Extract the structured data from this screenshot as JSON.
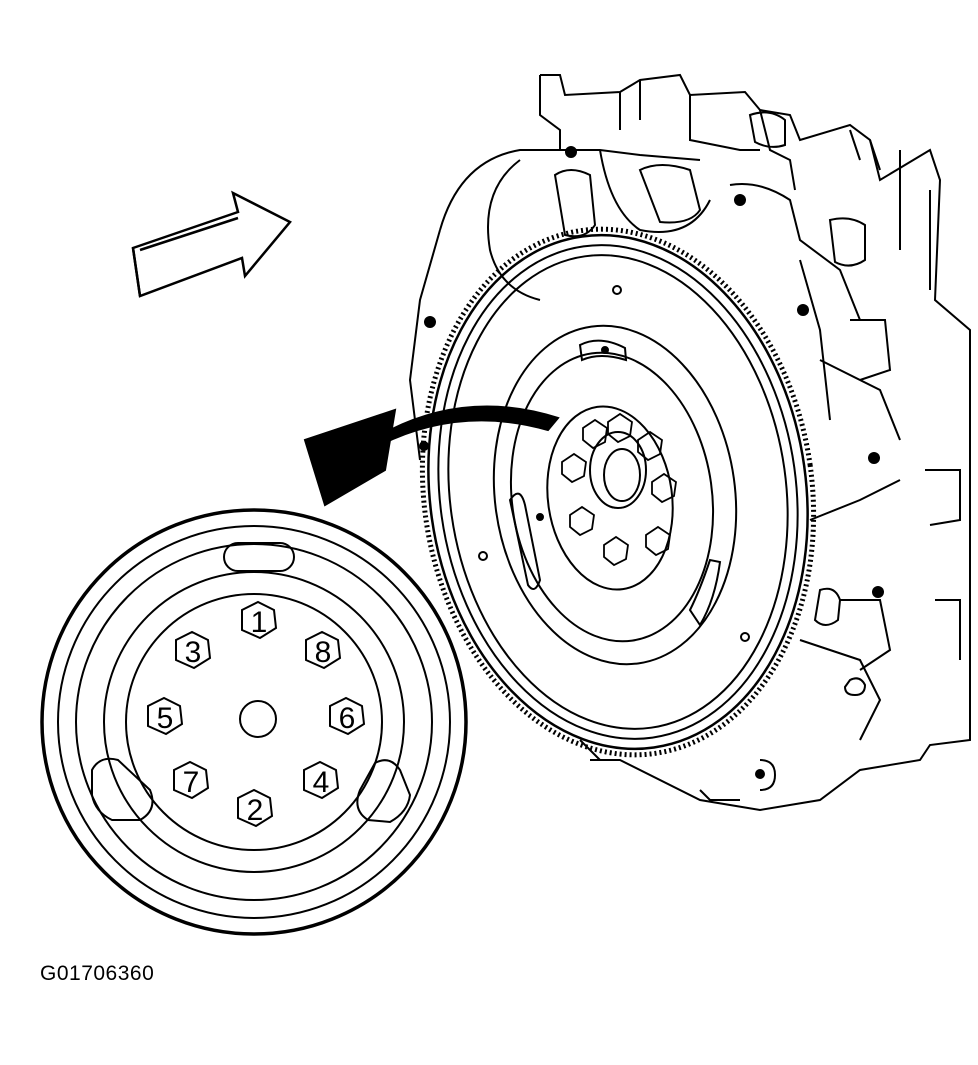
{
  "figure_id": "G01706360",
  "bolt_sequence": [
    "1",
    "2",
    "3",
    "4",
    "5",
    "6",
    "7",
    "8"
  ],
  "colors": {
    "ink": "#000000",
    "paper": "#ffffff"
  }
}
